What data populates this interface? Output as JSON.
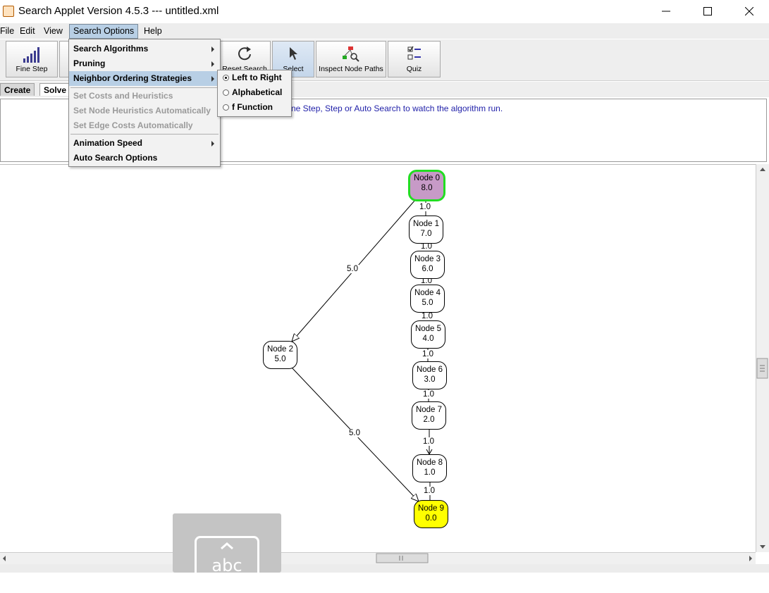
{
  "window": {
    "title": "Search Applet Version 4.5.3 --- untitled.xml"
  },
  "menubar": [
    "File",
    "Edit",
    "View",
    "Search Options",
    "Help"
  ],
  "toolbar": [
    {
      "label": "Fine Step",
      "icon": "fine-step-icon"
    },
    {
      "label": "Reset Search",
      "icon": "reset-search-icon"
    },
    {
      "label": "Select",
      "icon": "select-arrow-icon"
    },
    {
      "label": "Inspect Node Paths",
      "icon": "inspect-node-paths-icon"
    },
    {
      "label": "Quiz",
      "icon": "quiz-checklist-icon"
    }
  ],
  "tabs": [
    "Create",
    "Solve"
  ],
  "info_text": "ne Step, Step or Auto Search to watch the algorithm run.",
  "search_options_menu": {
    "items": [
      {
        "label": "Search Algorithms",
        "enabled": true,
        "submenu": true
      },
      {
        "label": "Pruning",
        "enabled": true,
        "submenu": true
      },
      {
        "label": "Neighbor Ordering Strategies",
        "enabled": true,
        "submenu": true,
        "highlighted": true
      },
      {
        "label": "Set Costs and Heuristics",
        "enabled": false
      },
      {
        "label": "Set Node Heuristics Automatically",
        "enabled": false
      },
      {
        "label": "Set Edge Costs Automatically",
        "enabled": false
      },
      {
        "label": "Animation Speed",
        "enabled": true,
        "submenu": true
      },
      {
        "label": "Auto Search Options",
        "enabled": true
      }
    ]
  },
  "neighbor_ordering_submenu": {
    "items": [
      {
        "label": "Left to Right",
        "selected": true
      },
      {
        "label": "Alphabetical",
        "selected": false
      },
      {
        "label": "f Function",
        "selected": false
      }
    ]
  },
  "graph": {
    "nodes": [
      {
        "name": "Node 0",
        "h": "8.0",
        "role": "start"
      },
      {
        "name": "Node 1",
        "h": "7.0"
      },
      {
        "name": "Node 3",
        "h": "6.0"
      },
      {
        "name": "Node 4",
        "h": "5.0"
      },
      {
        "name": "Node 5",
        "h": "4.0"
      },
      {
        "name": "Node 6",
        "h": "3.0"
      },
      {
        "name": "Node 7",
        "h": "2.0"
      },
      {
        "name": "Node 8",
        "h": "1.0"
      },
      {
        "name": "Node 9",
        "h": "0.0",
        "role": "goal"
      },
      {
        "name": "Node 2",
        "h": "5.0"
      }
    ],
    "edge_costs": [
      "1.0",
      "1.0",
      "1.0",
      "1.0",
      "1.0",
      "1.0",
      "1.0",
      "1.0",
      "5.0",
      "5.0"
    ]
  },
  "keyboard_overlay": {
    "label": "abc"
  },
  "colors": {
    "start_fill": "#c79ac7",
    "start_border": "#22dd22",
    "goal_fill": "#ffff00",
    "menu_highlight": "#b8cfe5",
    "info_text": "#1e1ea8"
  }
}
